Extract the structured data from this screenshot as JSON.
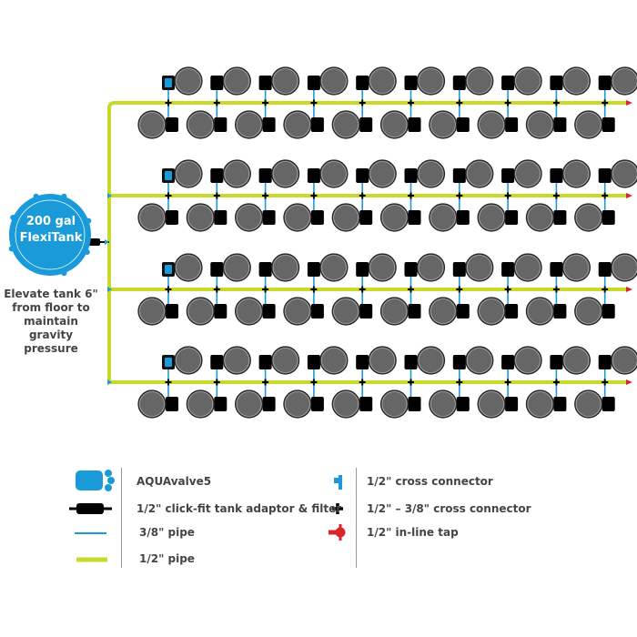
{
  "tank": {
    "line1": "200 gal",
    "line2": "FlexiTank"
  },
  "note": {
    "line1": "Elevate tank 6\"",
    "line2": "from floor to",
    "line3": "maintain gravity",
    "line4": "pressure"
  },
  "layout": {
    "rows": 4,
    "valves_per_row": 10
  },
  "legend": {
    "left": [
      {
        "icon": "aquavalve-icon",
        "label": "AQUAvalve5"
      },
      {
        "icon": "tank-adaptor-filter-icon",
        "label": "1/2\" click-fit tank adaptor & filter"
      },
      {
        "icon": "pipe-3-8-icon",
        "label": "3/8\" pipe"
      },
      {
        "icon": "pipe-1-2-icon",
        "label": "1/2\" pipe"
      }
    ],
    "right": [
      {
        "icon": "cross-connector-icon",
        "label": "1/2\" cross connector"
      },
      {
        "icon": "reducing-cross-connector-icon",
        "label": "1/2\" –  3/8\" cross connector"
      },
      {
        "icon": "inline-tap-icon",
        "label": "1/2\" in-line tap"
      }
    ]
  },
  "colors": {
    "blue": "#1a9ad9",
    "yellow_green": "#c9d92a",
    "pot": "#666666",
    "black": "#000000",
    "red": "#d9252a"
  }
}
